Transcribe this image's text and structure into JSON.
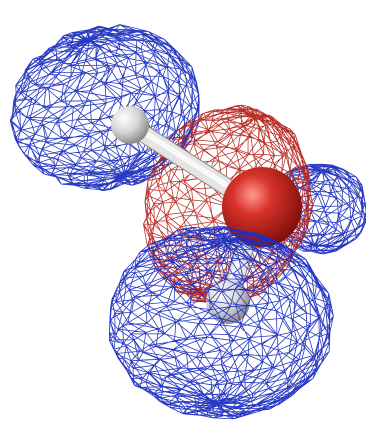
{
  "scene": {
    "background_color": "#ffffff",
    "render_style": "wireframe isosurface with ball-and-stick molecule",
    "molecule": {
      "atoms": [
        {
          "element": "O",
          "color": "#c0221b"
        },
        {
          "element": "H",
          "color": "#d8d8d8"
        },
        {
          "element": "H",
          "color": "#d8d8d8"
        }
      ],
      "bond_color": "#e4e4e4"
    },
    "isosurfaces": [
      {
        "sign": "positive",
        "color": "#1c2fc0"
      },
      {
        "sign": "negative",
        "color": "#b5241c"
      }
    ]
  }
}
